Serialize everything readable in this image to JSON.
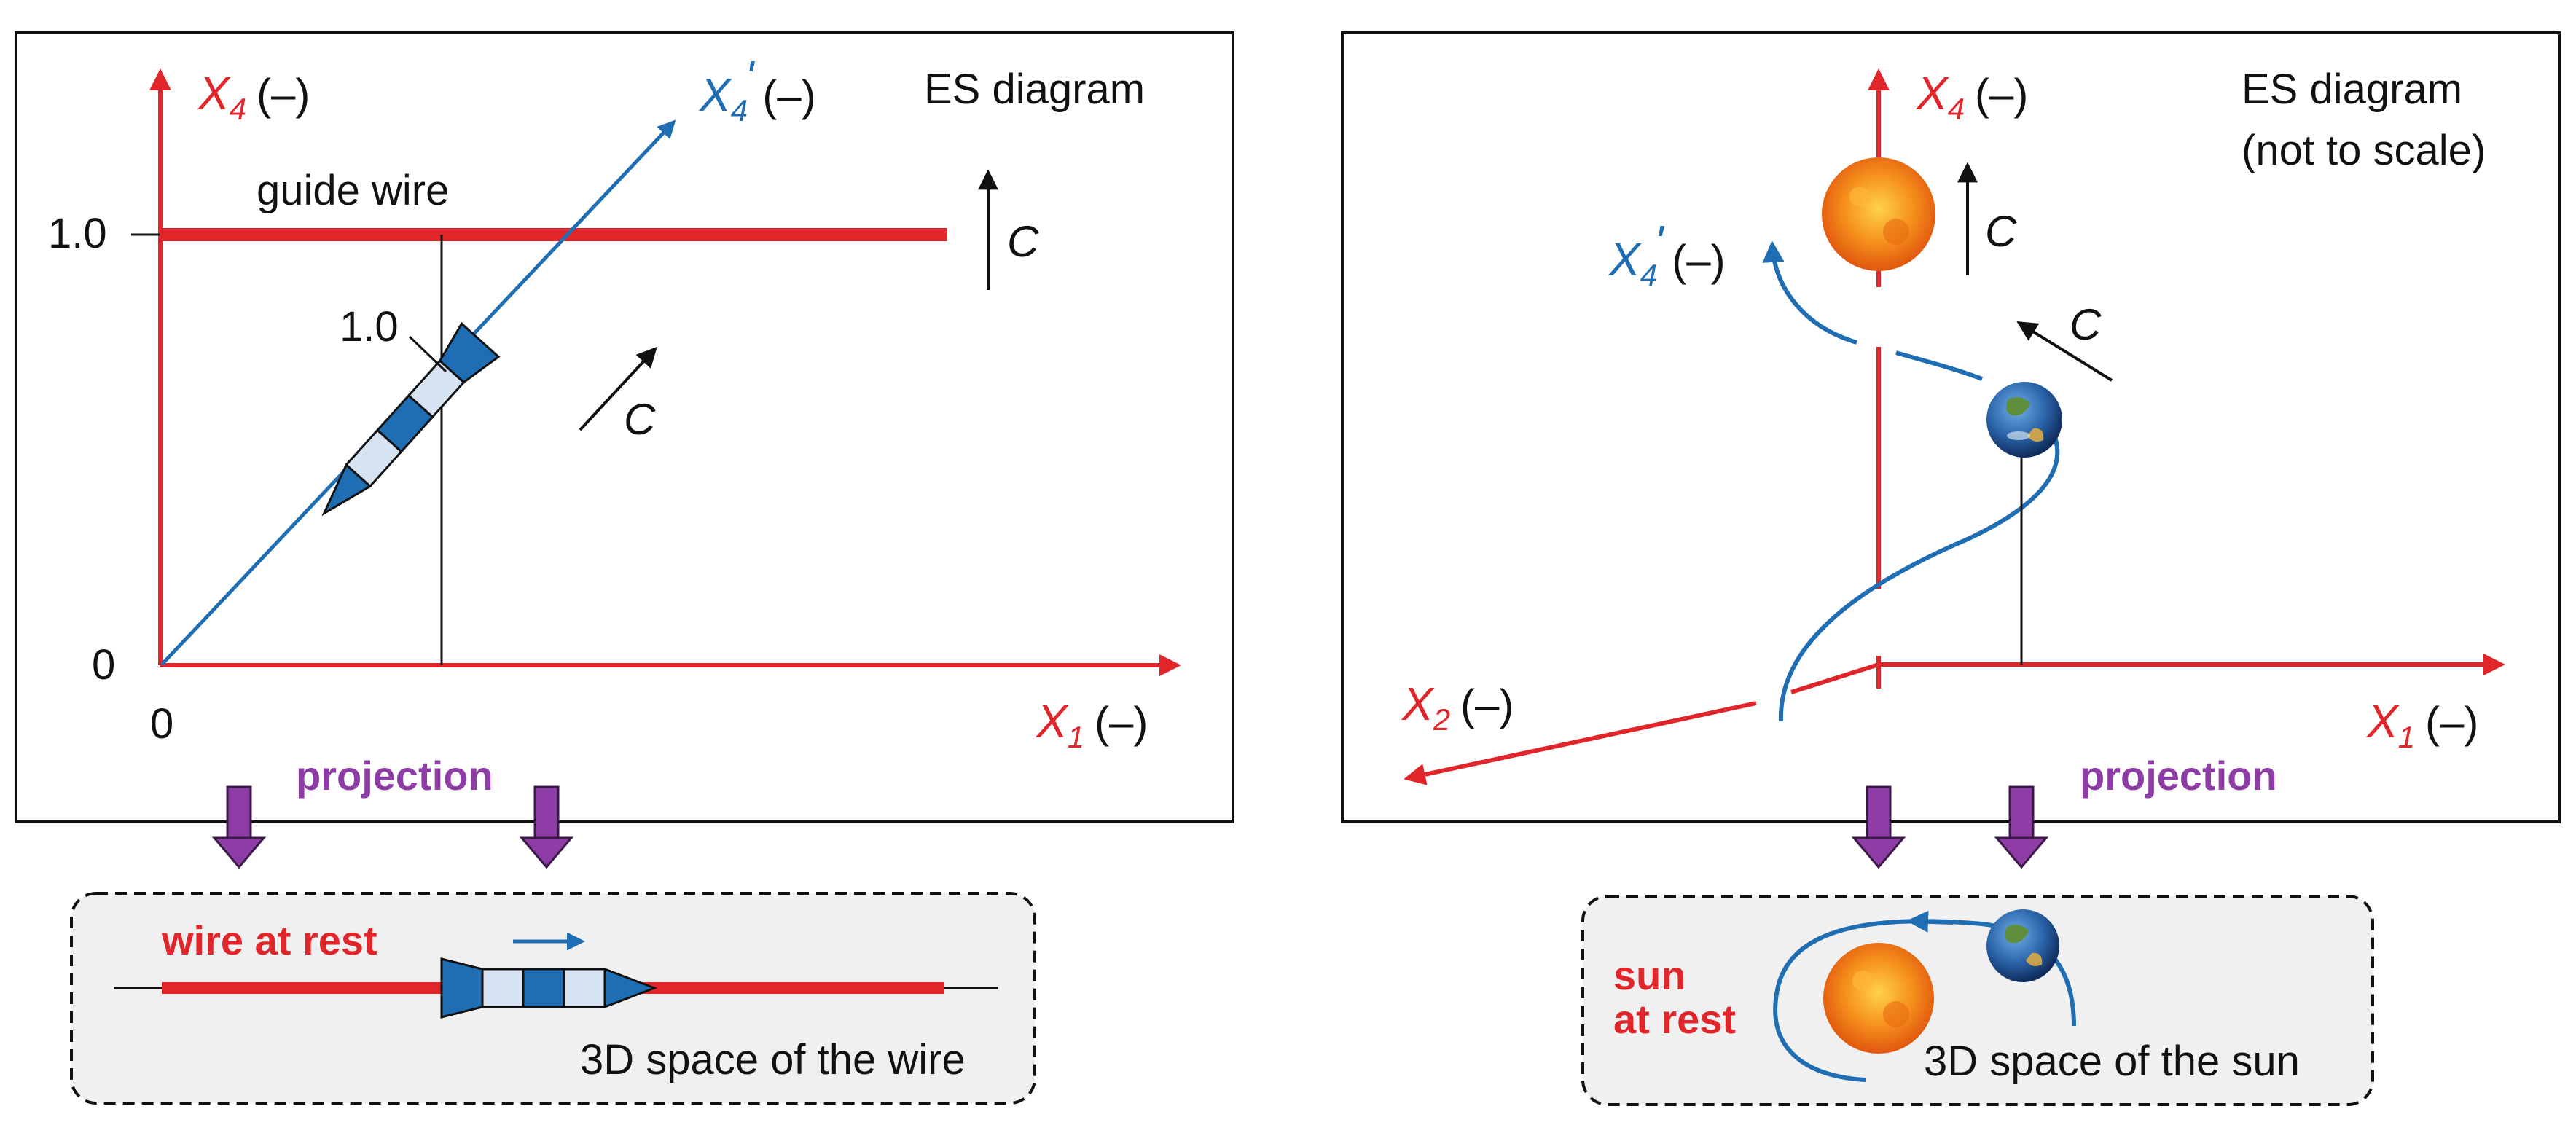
{
  "left_panel": {
    "title": "ES diagram",
    "x4_axis": {
      "symbol": "X",
      "sub": "4",
      "unit": "(–)"
    },
    "x4p_axis": {
      "symbol": "X",
      "sub": "4",
      "prime": "'",
      "unit": "(–)"
    },
    "x1_axis": {
      "symbol": "X",
      "sub": "1",
      "unit": "(–)"
    },
    "tick_1": "1.0",
    "tick_0_y": "0",
    "tick_0_x": "0",
    "guide_wire_label": "guide wire",
    "rocket_label": "1.0",
    "c_label_top": "C",
    "c_label_mid": "C",
    "projection_label": "projection"
  },
  "left_box": {
    "wire_label": "wire at rest",
    "space_label": "3D space of the wire"
  },
  "right_panel": {
    "title_line1": "ES diagram",
    "title_line2": "(not to scale)",
    "x4_axis": {
      "symbol": "X",
      "sub": "4",
      "unit": "(–)"
    },
    "x4p_axis": {
      "symbol": "X",
      "sub": "4",
      "prime": "'",
      "unit": "(–)"
    },
    "x1_axis": {
      "symbol": "X",
      "sub": "1",
      "unit": "(–)"
    },
    "x2_axis": {
      "symbol": "X",
      "sub": "2",
      "unit": "(–)"
    },
    "c_label_top": "C",
    "c_label_mid": "C",
    "projection_label": "projection"
  },
  "right_box": {
    "sun_label_line1": "sun",
    "sun_label_line2": "at rest",
    "space_label": "3D space of the sun"
  },
  "colors": {
    "axis_red": "#e0262a",
    "world_blue": "#1f6db3",
    "projection_purple": "#8e3da7",
    "sun_orange": "#f07a12"
  },
  "icons": [
    "sun-icon",
    "earth-icon",
    "rocket-icon"
  ]
}
